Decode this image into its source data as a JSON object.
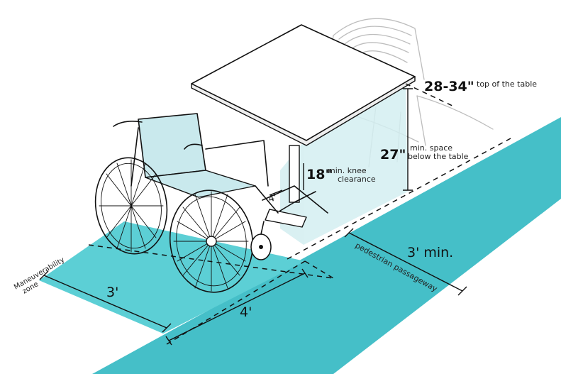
{
  "colors": {
    "passageway": "#45bfc8",
    "zone": "#5ccfd5",
    "clearance_box": "#d4eef1",
    "chair_seat": "#c9e9ed"
  },
  "labels": {
    "table_height_value": "28-34\"",
    "table_height_desc": "top of the table",
    "space_below_value": "27\"",
    "space_below_desc_1": "min. space",
    "space_below_desc_2": "below the table",
    "knee_value": "18\"",
    "knee_desc_1": "min. knee",
    "knee_desc_2": "clearance",
    "small_depth": "4'",
    "passage_width": "3' min.",
    "passage_name": "pedestrian passageway",
    "zone_name_1": "Maneuverability",
    "zone_name_2": "zone",
    "zone_width": "3'",
    "zone_length": "4'"
  }
}
